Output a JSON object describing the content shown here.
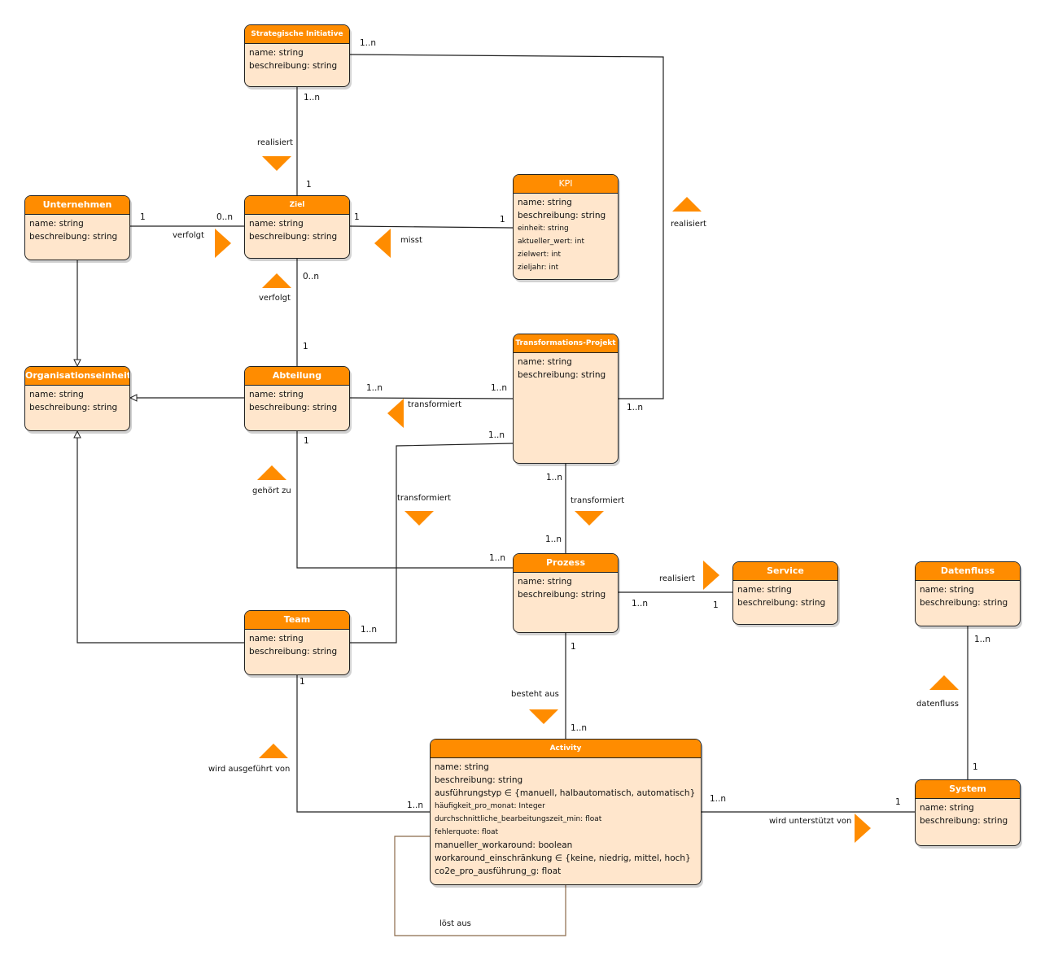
{
  "classes": {
    "strategische_initiative": {
      "title": "Strategische Initiative",
      "attrs": [
        "name: string",
        "beschreibung: string"
      ]
    },
    "ziel": {
      "title": "Ziel",
      "attrs": [
        "name: string",
        "beschreibung: string"
      ]
    },
    "kpi": {
      "title": "KPI",
      "attrs": [
        "name: string",
        "beschreibung: string",
        "einheit: string",
        "aktueller_wert: int",
        "zielwert: int",
        "zieljahr: int"
      ]
    },
    "unternehmen": {
      "title": "Unternehmen",
      "attrs": [
        "name: string",
        "beschreibung: string"
      ]
    },
    "organisationseinheit": {
      "title": "Organisationseinheit",
      "attrs": [
        "name: string",
        "beschreibung: string"
      ]
    },
    "abteilung": {
      "title": "Abteilung",
      "attrs": [
        "name: string",
        "beschreibung: string"
      ]
    },
    "transformations_projekt": {
      "title": "Transformations-Projekt",
      "attrs": [
        "name: string",
        "beschreibung: string"
      ]
    },
    "prozess": {
      "title": "Prozess",
      "attrs": [
        "name: string",
        "beschreibung: string"
      ]
    },
    "service": {
      "title": "Service",
      "attrs": [
        "name: string",
        "beschreibung: string"
      ]
    },
    "datenfluss": {
      "title": "Datenfluss",
      "attrs": [
        "name: string",
        "beschreibung: string"
      ]
    },
    "team": {
      "title": "Team",
      "attrs": [
        "name: string",
        "beschreibung: string"
      ]
    },
    "activity": {
      "title": "Activity",
      "attrs": [
        "name: string",
        "beschreibung: string",
        "ausführungstyp ∈ {manuell, halbautomatisch, automatisch}",
        "häufigkeit_pro_monat: Integer",
        "durchschnittliche_bearbeitungszeit_min: float",
        "fehlerquote: float",
        "manueller_workaround: boolean",
        "workaround_einschränkung ∈ {keine, niedrig, mittel, hoch}",
        "co2e_pro_ausführung_g: float"
      ]
    },
    "system": {
      "title": "System",
      "attrs": [
        "name: string",
        "beschreibung: string"
      ]
    }
  },
  "labels": {
    "realisiert_si_ziel": "realisiert",
    "realisiert_tp_si": "realisiert",
    "verfolgt_unternehmen": "verfolgt",
    "misst": "misst",
    "verfolgt_abteilung": "verfolgt",
    "transformiert_abteilung": "transformiert",
    "gehoert_zu": "gehört zu",
    "transformiert_team": "transformiert",
    "transformiert_prozess": "transformiert",
    "realisiert_service": "realisiert",
    "datenfluss": "datenfluss",
    "besteht_aus": "besteht aus",
    "wird_ausgefuehrt_von": "wird ausgeführt von",
    "wird_unterstuetzt_von": "wird unterstützt von",
    "loest_aus": "löst aus"
  },
  "multiplicities": {
    "si_right": "1..n",
    "si_bottom": "1..n",
    "ziel_top": "1",
    "unternehmen_right": "1",
    "ziel_left": "0..n",
    "ziel_right": "1",
    "kpi_left": "1",
    "ziel_bottom": "0..n",
    "abteilung_top": "1",
    "abteilung_right": "1..n",
    "tp_left": "1..n",
    "tp_right": "1..n",
    "tp_team": "1..n",
    "abteilung_bottom": "1",
    "tp_bottom": "1..n",
    "prozess_top": "1..n",
    "prozess_left": "1..n",
    "team_right": "1..n",
    "prozess_right": "1..n",
    "service_left": "1",
    "prozess_bottom": "1",
    "activity_top": "1..n",
    "datenfluss_bottom": "1..n",
    "system_top": "1",
    "team_bottom": "1",
    "activity_left": "1..n",
    "activity_right": "1..n",
    "system_left": "1"
  },
  "colors": {
    "header": "#ff8c00",
    "body": "#ffe6cc",
    "line": "#222222",
    "self_loop": "#8b6a4a"
  }
}
